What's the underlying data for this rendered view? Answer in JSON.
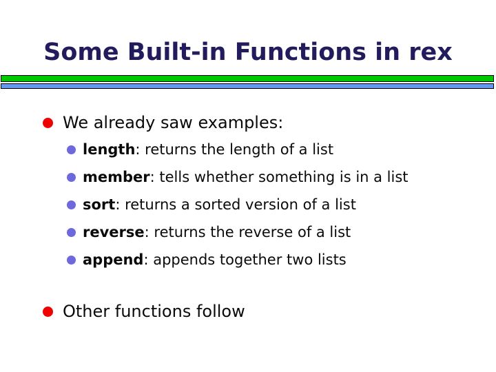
{
  "slide": {
    "title": "Some Built-in Functions in rex",
    "intro_bullet": "We already saw examples:",
    "sub_bullets": [
      {
        "term": "length",
        "rest": ": returns the length of a list"
      },
      {
        "term": "member",
        "rest": ": tells whether something is in a list"
      },
      {
        "term": "sort",
        "rest": ": returns a sorted version of a list"
      },
      {
        "term": "reverse",
        "rest": ": returns the reverse of a list"
      },
      {
        "term": "append",
        "rest": ": appends together two lists"
      }
    ],
    "closing_bullet": "Other functions follow",
    "colors": {
      "title_text": "#231c5c",
      "body_text": "#0a0a0a",
      "green_bar": "#00c800",
      "blue_bar": "#6699ee",
      "level1_bullet": "#ee0202",
      "level2_bullet": "#6e68dd",
      "background": "#ffffff"
    }
  }
}
